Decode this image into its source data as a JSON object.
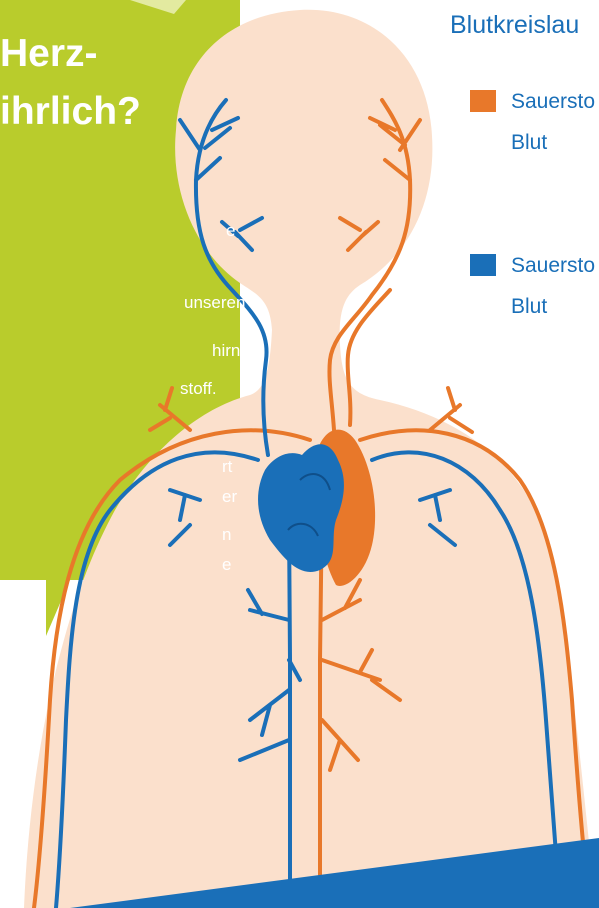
{
  "info_box": {
    "heading_line1": "Herz-",
    "heading_line2": "ihrlich?",
    "body_lines": [
      "e",
      "unseren",
      "hirn",
      "stoff.",
      "rt",
      "er",
      "n",
      "e"
    ]
  },
  "legend": {
    "title": "Blutkreislau",
    "items": [
      {
        "label_line1": "Sauersto",
        "label_line2": "Blut",
        "color": "#e8782a"
      },
      {
        "label_line1": "Sauersto",
        "label_line2": "Blut",
        "color": "#1a6fb8"
      }
    ]
  },
  "colors": {
    "green_box": "#b9cc2c",
    "skin": "#fbe0cc",
    "artery": "#e8782a",
    "vein": "#1a6fb8",
    "bottom_band": "#1a6fb8"
  }
}
